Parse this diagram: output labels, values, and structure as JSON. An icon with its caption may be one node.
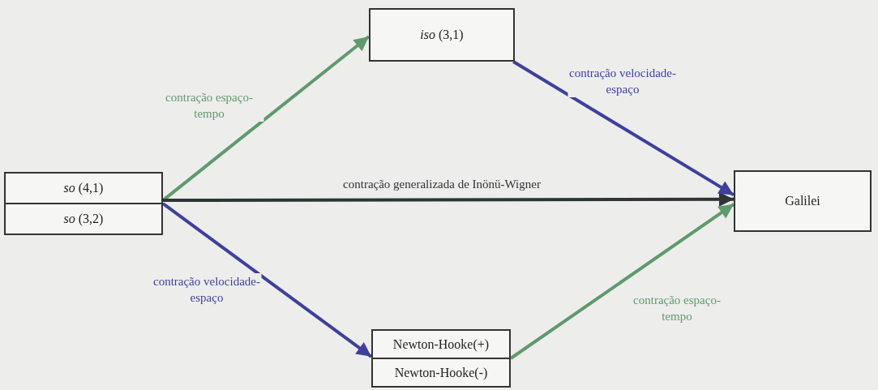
{
  "diagram": {
    "nodes": [
      {
        "text": [],
        "shape": "box"
      },
      {
        "text": [
          "*so* (4,1)"
        ],
        "in": 0
      },
      {
        "text": [
          "*so* (3,2)"
        ],
        "in": 0
      },
      {
        "text": [
          "*iso* (3,1)"
        ]
      },
      {
        "text": [
          "Galilei"
        ]
      },
      {
        "text": [],
        "shape": "box"
      },
      {
        "text": [
          "Newton-Hooke(+)"
        ],
        "in": 5
      },
      {
        "text": [
          "Newton-Hooke(-)"
        ],
        "in": 5
      }
    ],
    "edges": [
      {
        "from": 0,
        "to": 3,
        "arrow": "to",
        "label": "contração espaço-tempo",
        "color": "#5f9a6c"
      },
      {
        "from": 0,
        "to": 4,
        "arrow": "to",
        "label": "contração generalizada de Inönü-Wigner",
        "color": "#2f3436"
      },
      {
        "from": 0,
        "to": 5,
        "arrow": "to",
        "label": "contração velocidade-espaço",
        "color": "#3f3f9c"
      },
      {
        "from": 3,
        "to": 4,
        "arrow": "to",
        "label": "contração velocidade-espaço",
        "color": "#3f3f9c"
      },
      {
        "from": 5,
        "to": 4,
        "arrow": "to",
        "label": "contração espaço-tempo",
        "color": "#5f9a6c"
      }
    ]
  }
}
